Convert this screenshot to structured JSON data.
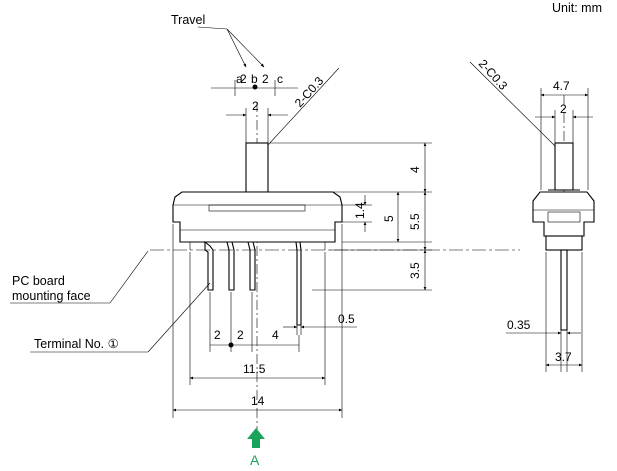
{
  "unit_label": "Unit: mm",
  "labels": {
    "travel": "Travel",
    "pos_a": "a",
    "pos_b": "b",
    "pos_c": "c",
    "pc_board_line1": "PC board",
    "pc_board_line2": "mounting face",
    "terminal_no": "Terminal No. ①",
    "view_arrow": "A"
  },
  "front_dims": {
    "travel_a": "2",
    "travel_b": "2",
    "knob_width": "2",
    "chamfer": "2-C0.3",
    "knob_height": "4",
    "h_1_4": "1.4",
    "h_5": "5",
    "h_5_5": "5.5",
    "h_3_5": "3.5",
    "pin_thickness": "0.5",
    "pitch_1": "2",
    "pitch_2": "2",
    "pitch_3": "4",
    "pin_span": "11.5",
    "body_width": "14"
  },
  "side_dims": {
    "chamfer": "2-C0.3",
    "width_4_7": "4.7",
    "knob_width": "2",
    "pin_thickness": "0.35",
    "base_width": "3.7"
  },
  "colors": {
    "arrow": "#1aa35a",
    "lines": "#000000"
  }
}
